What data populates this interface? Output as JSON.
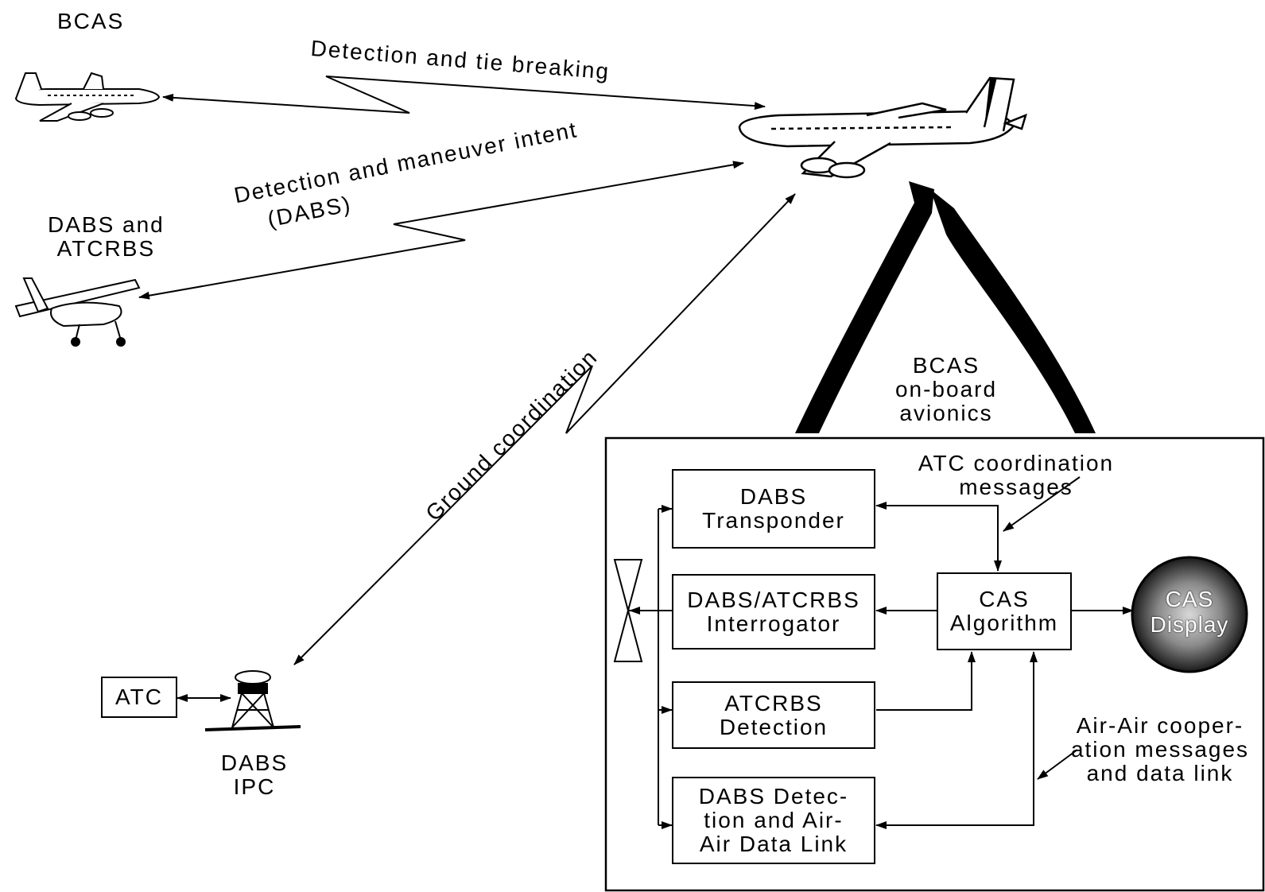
{
  "labels": {
    "bcas_plane": "BCAS",
    "dabs_atcrbs_plane": "DABS and\nATCRBS",
    "detection_tie": "Detection and tie breaking",
    "detection_maneuver": "Detection and maneuver intent",
    "dabs_paren": "(DABS)",
    "ground_coordination": "Ground coordination",
    "onboard_avionics": "BCAS\non-board\navionics",
    "atc_coordination": "ATC coordination\nmessages",
    "air_air": "Air-Air cooper-\nation messages\nand data link",
    "dabs_ipc": "DABS\nIPC"
  },
  "boxes": {
    "atc": "ATC",
    "dabs_transponder": "DABS\nTransponder",
    "interrogator": "DABS/ATCRBS\nInterrogator",
    "atcrbs_detection": "ATCRBS\nDetection",
    "dabs_detection": "DABS Detec-\ntion and Air-\nAir Data Link",
    "cas_algorithm": "CAS\nAlgorithm",
    "cas_display": "CAS\nDisplay"
  }
}
